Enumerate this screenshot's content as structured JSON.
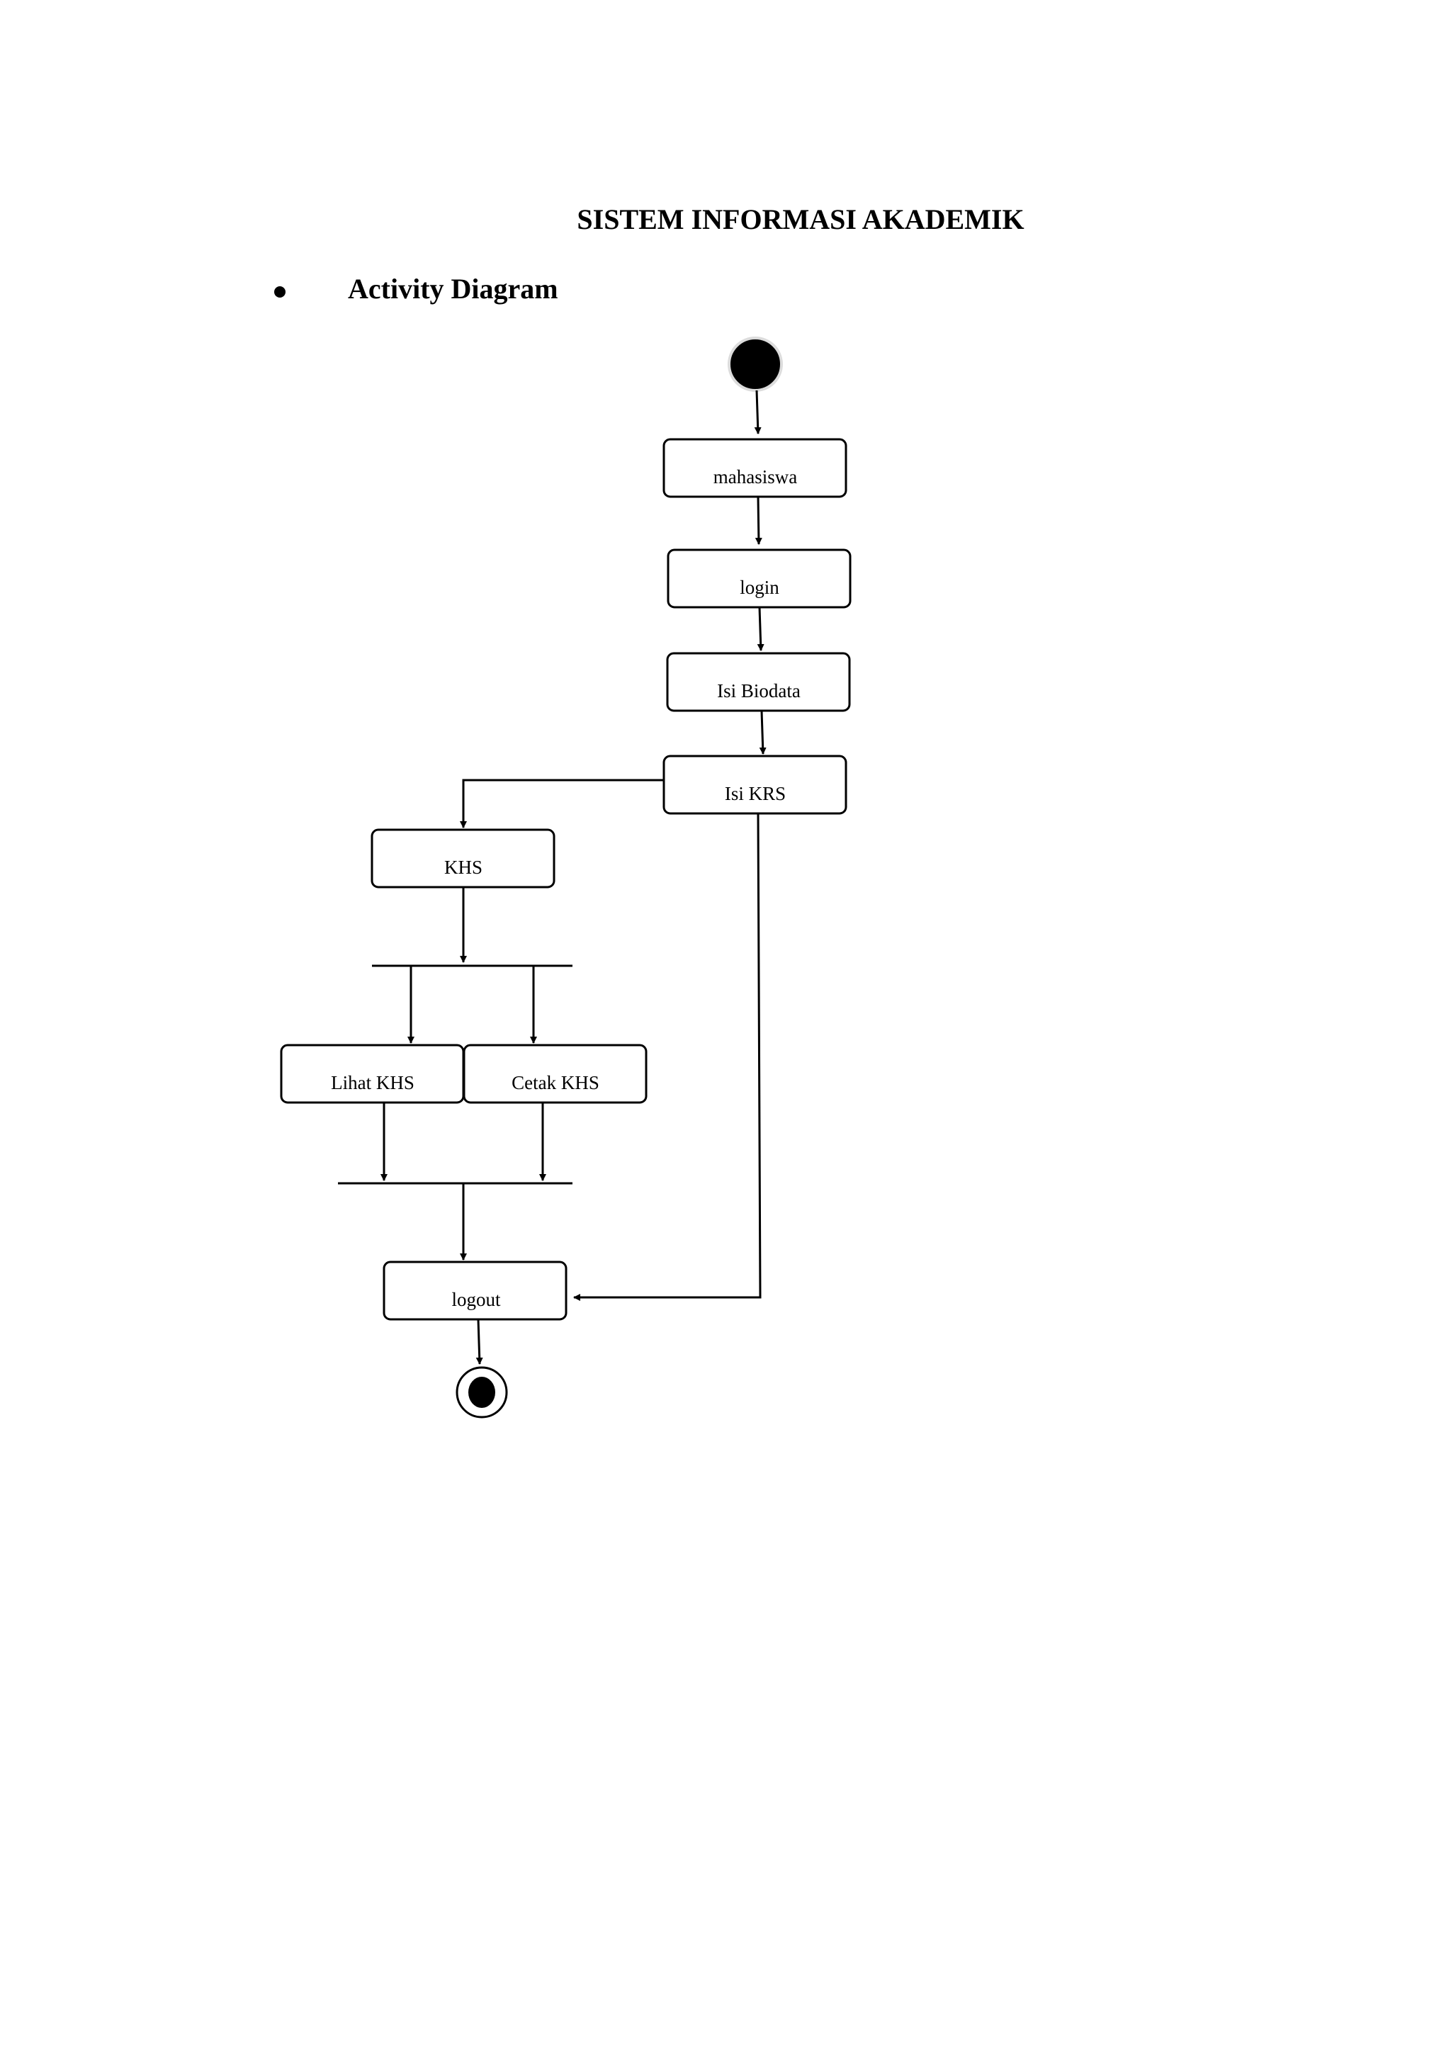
{
  "document": {
    "title": "SISTEM INFORMASI AKADEMIK",
    "section_heading": "Activity Diagram"
  },
  "diagram": {
    "nodes": {
      "mahasiswa": "mahasiswa",
      "login": "login",
      "isi_biodata": "Isi Biodata",
      "isi_krs": "Isi KRS",
      "khs": "KHS",
      "lihat_khs": "Lihat KHS",
      "cetak_khs": "Cetak KHS",
      "logout": "logout"
    }
  }
}
